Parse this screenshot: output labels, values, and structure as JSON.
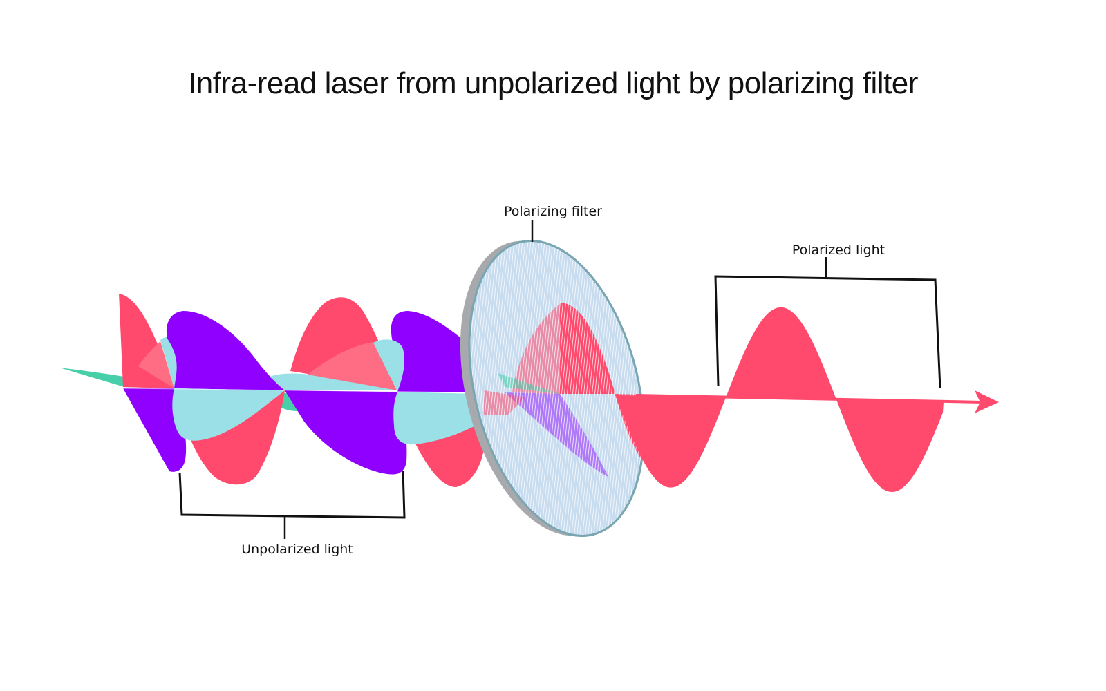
{
  "title": "Infra-read laser from unpolarized light by polarizing filter",
  "labels": {
    "filter": "Polarizing filter",
    "polarized": "Polarized light",
    "unpolarized": "Unpolarized light"
  },
  "colors": {
    "red_wave": "#ff4a6d",
    "red_light": "#ff6d84",
    "purple_wave": "#8f00ff",
    "cyan_wave": "#9ae0e6",
    "green_wave": "#47cfa9",
    "filter_face": "#c8dcf0",
    "filter_rim": "#a7a9ac",
    "filter_edge": "#79a6b0",
    "bracket": "#111111"
  }
}
